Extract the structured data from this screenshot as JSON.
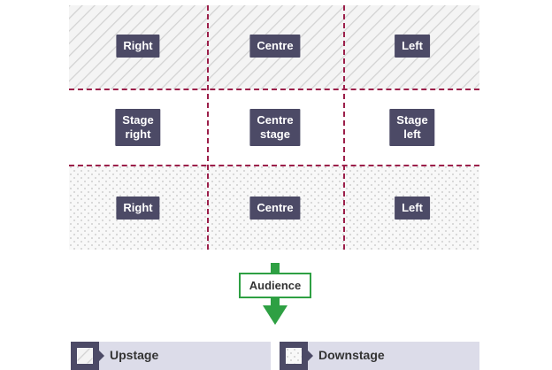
{
  "grid": {
    "upstage_row": [
      "Right",
      "Centre",
      "Left"
    ],
    "center_row": [
      [
        "Stage",
        "right"
      ],
      [
        "Centre",
        "stage"
      ],
      [
        "Stage",
        "left"
      ]
    ],
    "downstage_row": [
      "Right",
      "Centre",
      "Left"
    ]
  },
  "audience": {
    "label": "Audience",
    "arrow_icon": "down-arrow-icon"
  },
  "legend": [
    {
      "label": "Upstage",
      "pattern": "diagonal-hatch"
    },
    {
      "label": "Downstage",
      "pattern": "dots"
    }
  ],
  "colors": {
    "label_bg": "#4c4a66",
    "divider": "#9c1f4a",
    "audience_green": "#2ea043",
    "legend_bg": "#dcdce9"
  }
}
